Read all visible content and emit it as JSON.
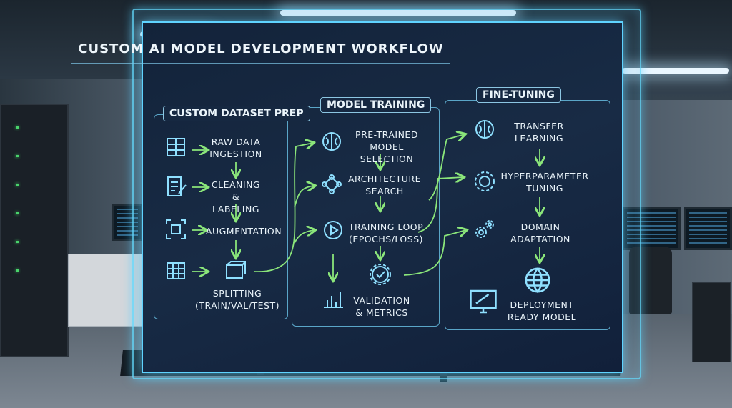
{
  "board": {
    "title": "CUSTOM AI MODEL DEVELOPMENT WORKFLOW",
    "sections": [
      {
        "title": "CUSTOM DATASET PREP",
        "steps": [
          {
            "label": "RAW DATA\nINGESTION",
            "icon": "cube-stack-icon"
          },
          {
            "label": "CLEANING &\nLABELING",
            "icon": "document-pencil-icon"
          },
          {
            "label": "AUGMENTATION",
            "icon": "cube-focus-icon"
          },
          {
            "label": "SPLITTING\n(TRAIN/VAL/TEST)",
            "icon": "cube-split-icon"
          }
        ]
      },
      {
        "title": "MODEL TRAINING",
        "steps": [
          {
            "label": "PRE-TRAINED\nMODEL SELECTION",
            "icon": "brain-icon"
          },
          {
            "label": "ARCHITECTURE\nSEARCH",
            "icon": "network-icon"
          },
          {
            "label": "TRAINING LOOP\n(EPOCHS/LOSS)",
            "icon": "play-loop-icon"
          },
          {
            "label": "VALIDATION\n& METRICS",
            "icon": "bar-chart-icon"
          }
        ]
      },
      {
        "title": "FINE-TUNING",
        "steps": [
          {
            "label": "TRANSFER\nLEARNING",
            "icon": "brain-icon"
          },
          {
            "label": "HYPERPARAMETER\nTUNING",
            "icon": "gear-icon"
          },
          {
            "label": "DOMAIN\nADAPTATION",
            "icon": "gears-icon"
          },
          {
            "label": "DEPLOYMENT\nREADY MODEL",
            "icon": "globe-icon"
          }
        ]
      }
    ]
  },
  "colors": {
    "accent": "#5fd3ff",
    "arrow": "#8be67a",
    "board": "#162841"
  }
}
